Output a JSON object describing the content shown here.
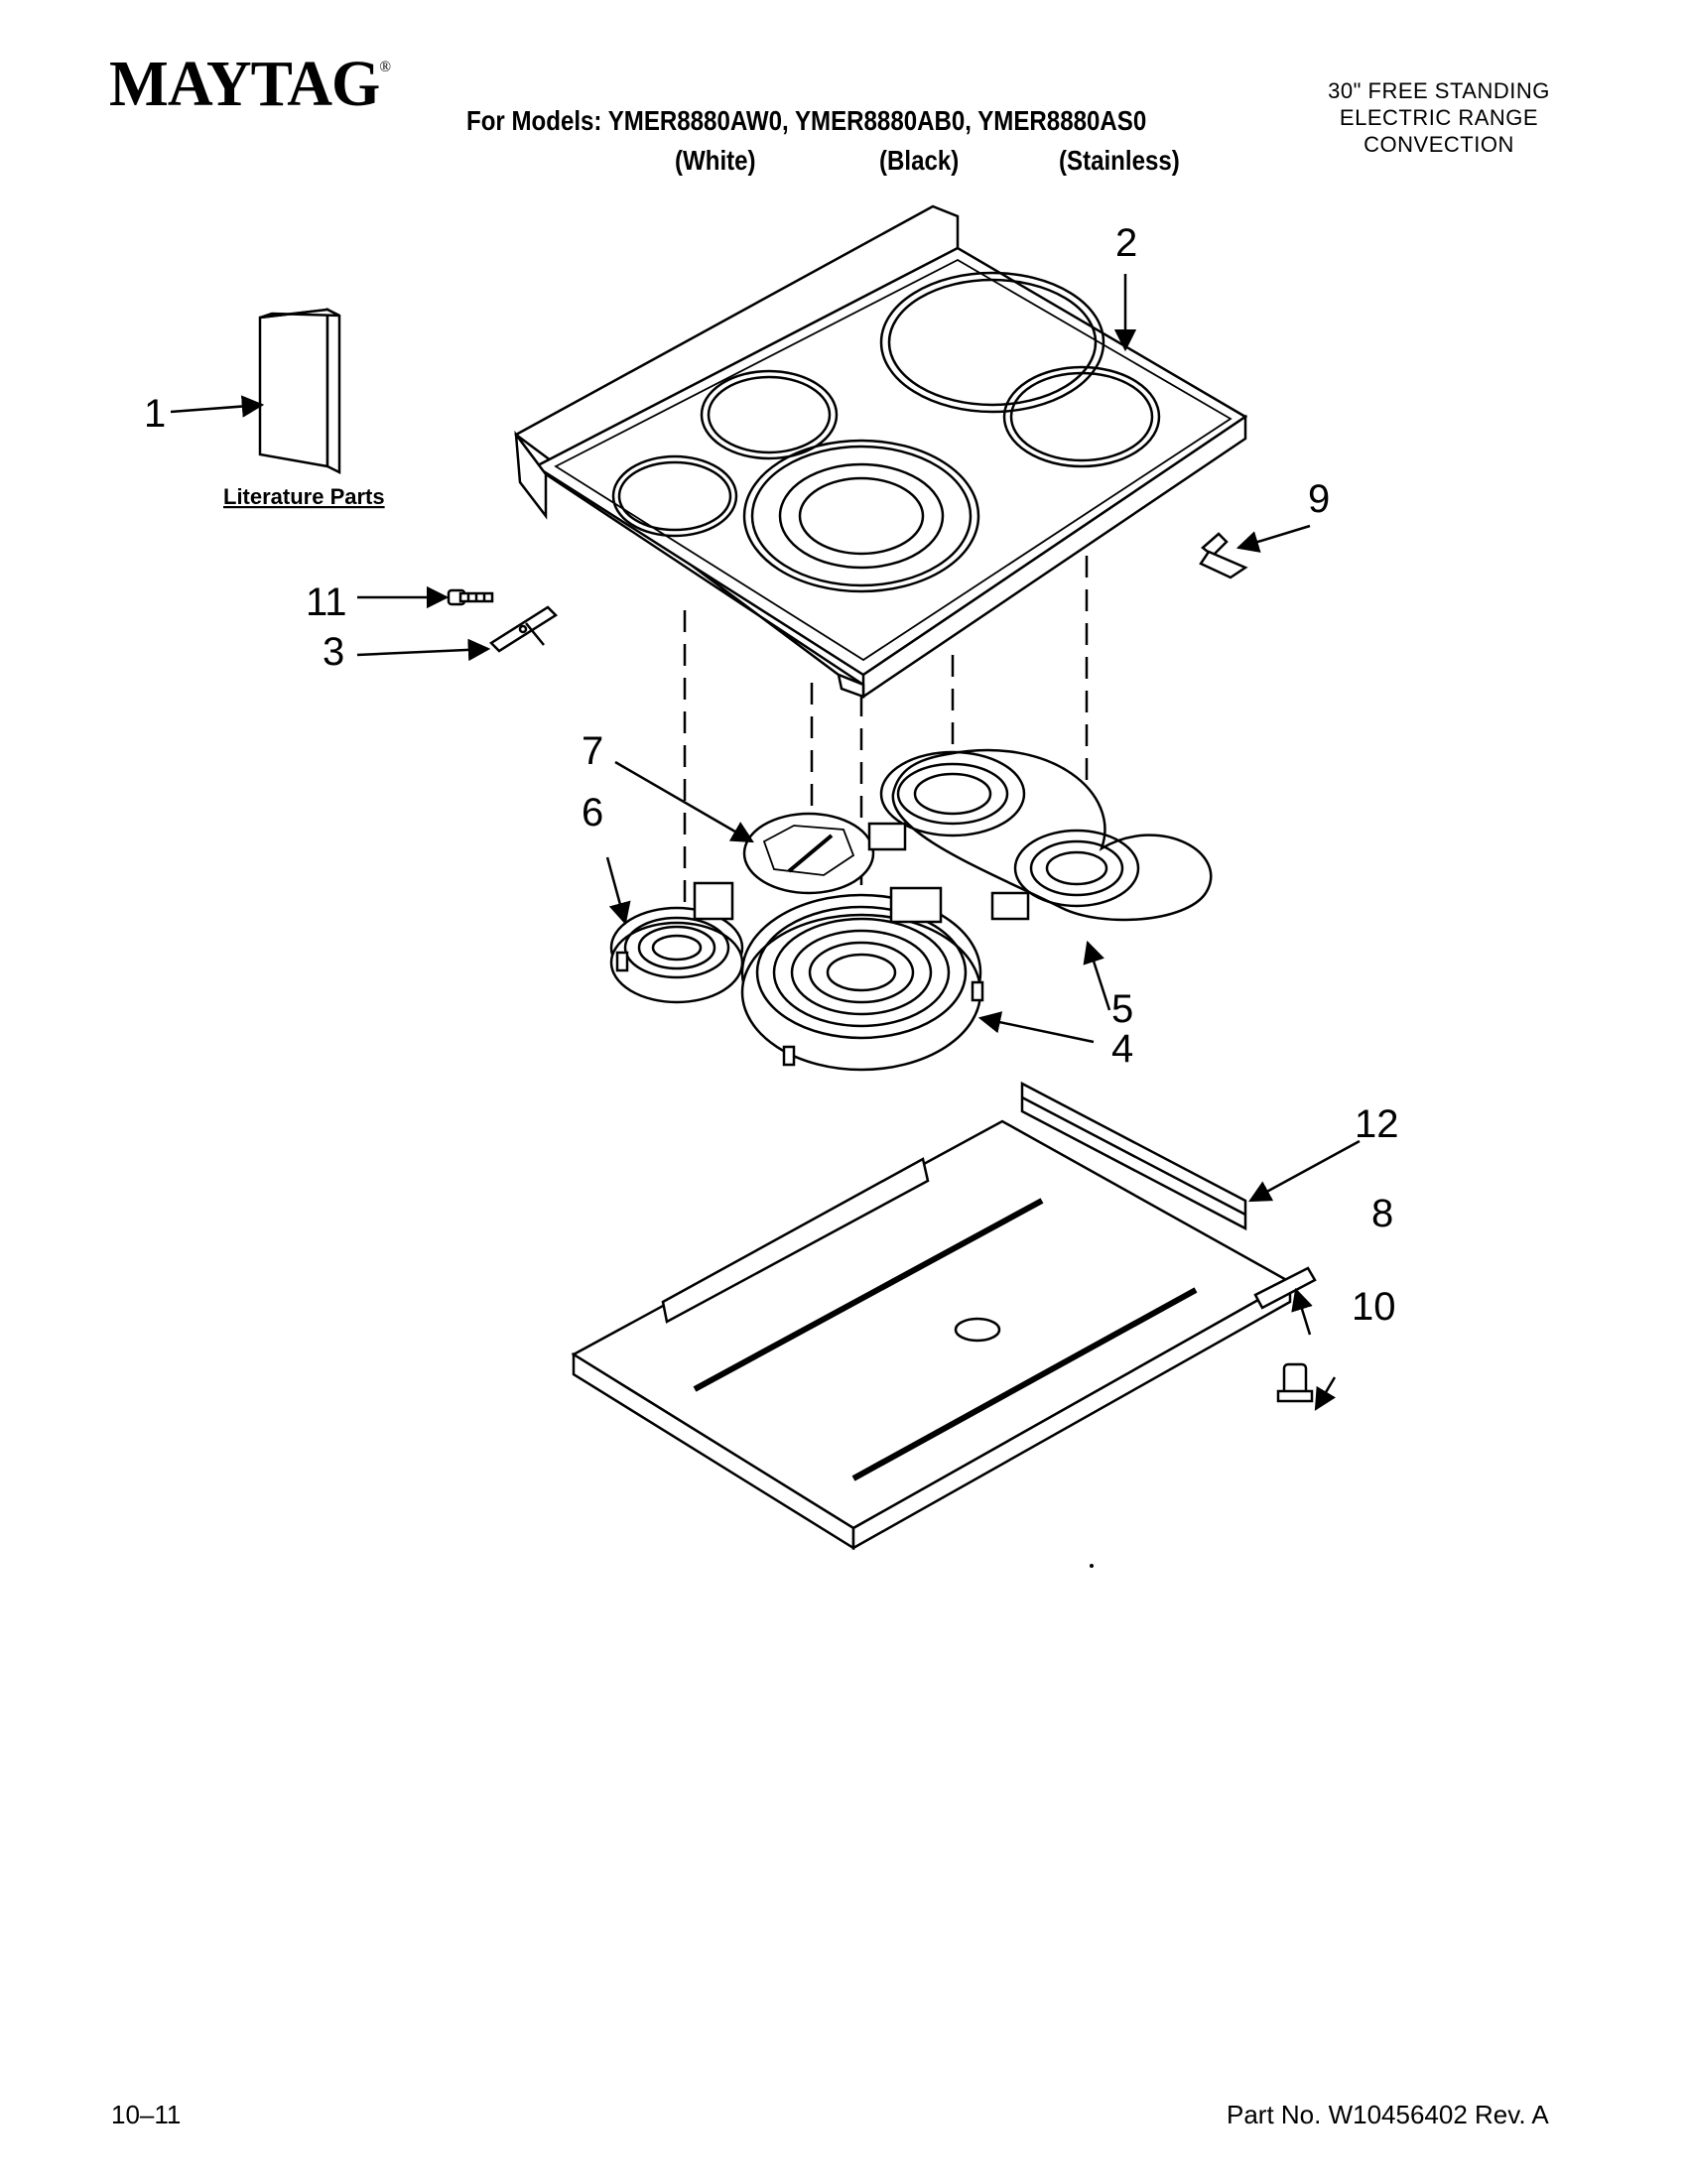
{
  "header": {
    "brand": "MAYTAG",
    "brand_mark": "®",
    "models_line": "For Models: YMER8880AW0, YMER8880AB0, YMER8880AS0",
    "variants": [
      "(White)",
      "(Black)",
      "(Stainless)"
    ],
    "product_lines": [
      "30\" FREE STANDING",
      "ELECTRIC RANGE",
      "CONVECTION"
    ]
  },
  "diagram": {
    "literature_label": "Literature Parts",
    "callouts": [
      "1",
      "2",
      "3",
      "4",
      "5",
      "6",
      "7",
      "8",
      "9",
      "10",
      "11",
      "12"
    ]
  },
  "footer": {
    "date_code": "10–11",
    "part_number": "Part No. W10456402 Rev. A"
  }
}
